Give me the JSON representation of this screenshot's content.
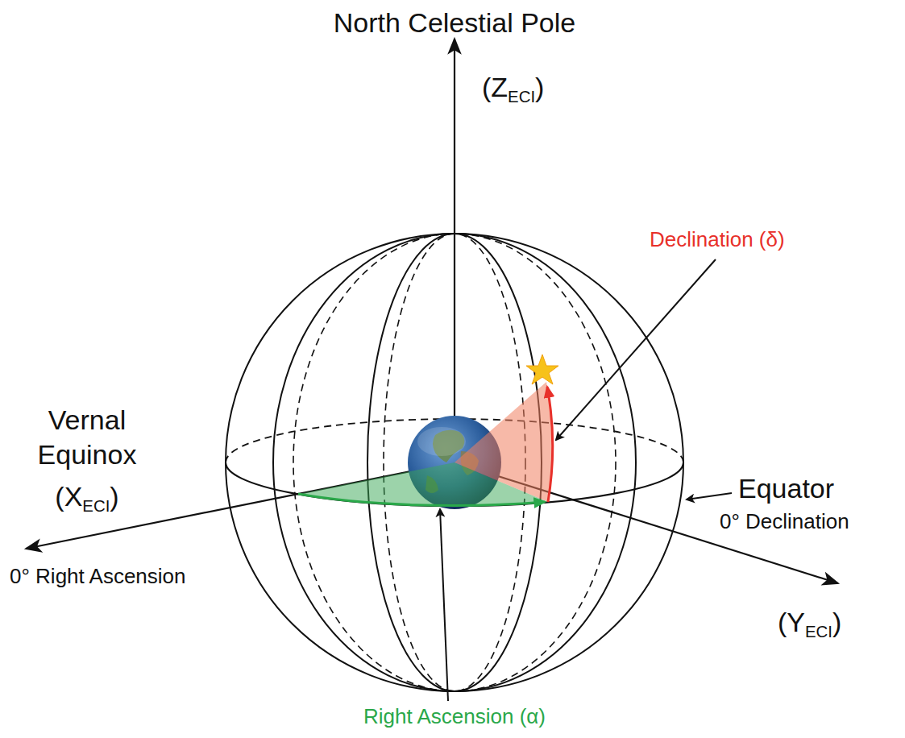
{
  "diagram": {
    "labels": [
      "North Celestial Pole",
      "(Z",
      "ECI",
      ")",
      "Declination (δ)",
      "Vernal Equinox",
      "(X",
      "ECI",
      ")",
      "0° Right Ascension",
      "Equator",
      "0° Declination",
      "(Y",
      "ECI",
      ")",
      "Right Ascension (α)"
    ]
  }
}
